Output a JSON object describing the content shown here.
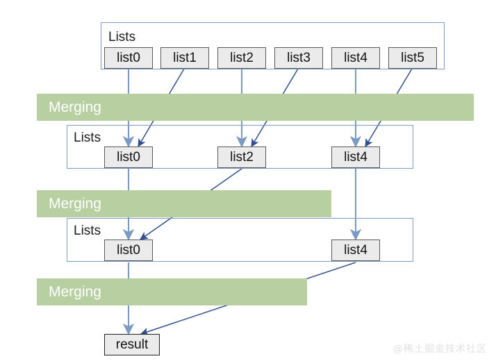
{
  "diagram": {
    "title": "Merge Sort Lists Merging Diagram",
    "colors": {
      "band_green": "#b7cfa1",
      "band_label": "#ffffff",
      "chip_fill": "#ebebeb",
      "chip_border": "#58585a",
      "group_border": "#7b9bc4",
      "arrow_light": "#7b9bc4",
      "arrow_dark": "#2f4f8f",
      "watermark": "#e2e2e2"
    },
    "levels": [
      {
        "id": "level-0",
        "group_label": "Lists",
        "chips": [
          {
            "label": "list0"
          },
          {
            "label": "list1"
          },
          {
            "label": "list2"
          },
          {
            "label": "list3"
          },
          {
            "label": "list4"
          },
          {
            "label": "list5"
          }
        ]
      },
      {
        "id": "level-1",
        "group_label": "Lists",
        "chips": [
          {
            "label": "list0"
          },
          {
            "label": "list2"
          },
          {
            "label": "list4"
          }
        ]
      },
      {
        "id": "level-2",
        "group_label": "Lists",
        "chips": [
          {
            "label": "list0"
          },
          {
            "label": "list4"
          }
        ]
      }
    ],
    "bands": [
      {
        "id": "band-1",
        "label": "Merging"
      },
      {
        "id": "band-2",
        "label": "Merging"
      },
      {
        "id": "band-3",
        "label": "Merging"
      }
    ],
    "result": {
      "label": "result"
    },
    "watermark": "@稀土掘金技术社区"
  }
}
